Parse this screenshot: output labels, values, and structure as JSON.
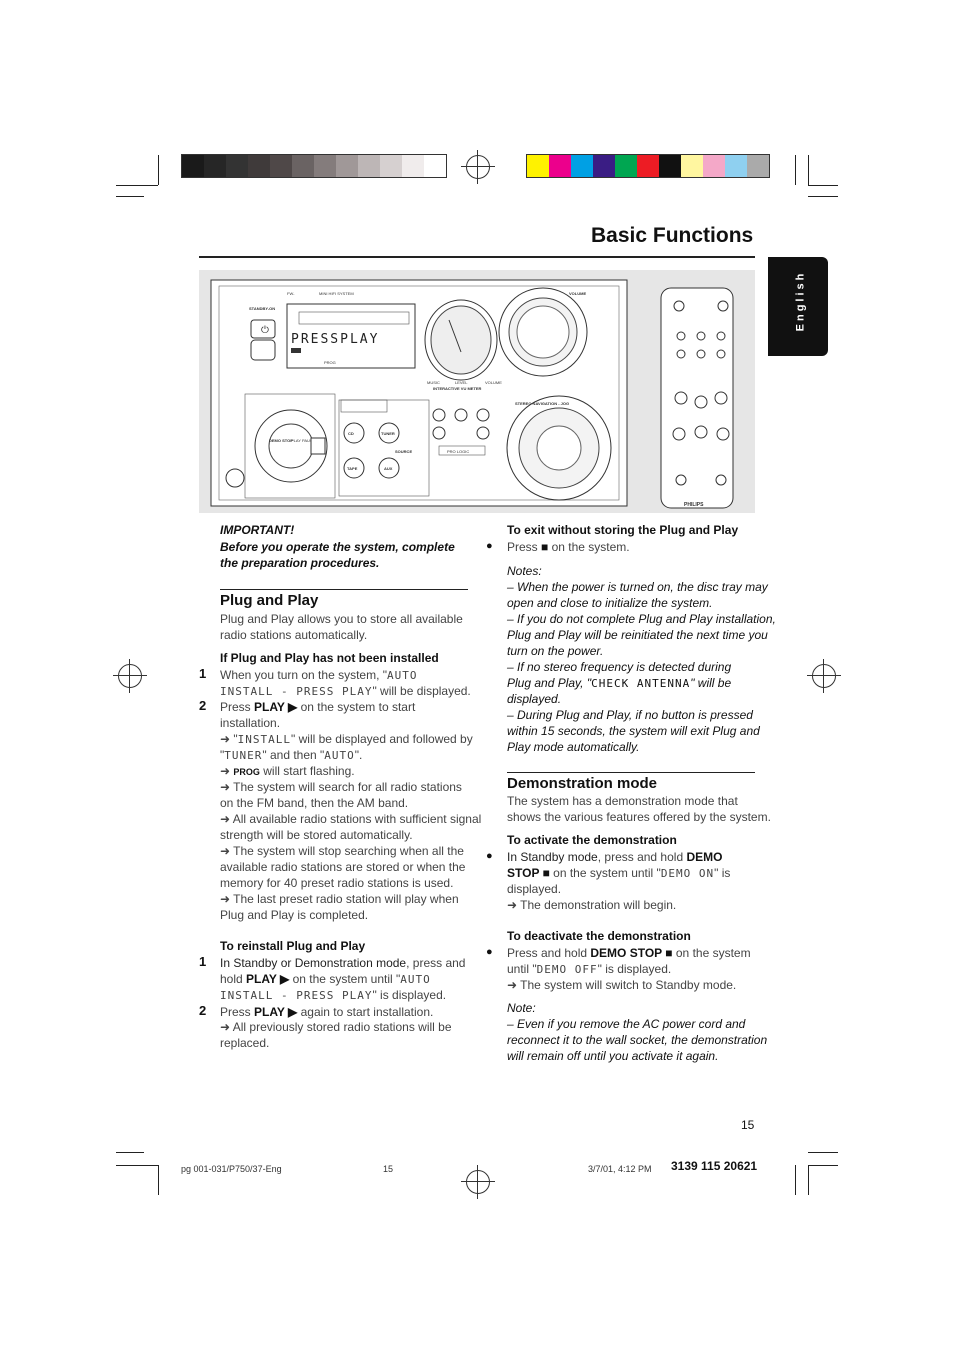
{
  "colors": {
    "gray_bar": [
      "#1a1a1a",
      "#262626",
      "#333333",
      "#3f3a3a",
      "#4f4848",
      "#6a6363",
      "#847c7c",
      "#a09898",
      "#bdb6b6",
      "#d6d0d0",
      "#f0ecec",
      "#ffffff"
    ],
    "color_bar": [
      "#fff200",
      "#ec008c",
      "#00a0e4",
      "#3a1d84",
      "#00a651",
      "#ed1c24",
      "#111111",
      "#fff6a0",
      "#f4a8c8",
      "#8fd0f0",
      "#aaaaaa"
    ]
  },
  "page": {
    "title": "Basic Functions",
    "language_tab": "English",
    "page_number": "15"
  },
  "figure": {
    "device_model": "FW-",
    "device_type": "MINI HIFI SYSTEM",
    "volume_label": "VOLUME",
    "standby_label": "STANDBY-ON",
    "display_text": "PRESSPLAY",
    "prog_label": "PROG",
    "vu_label": "INTERACTIVE VU METER",
    "music_label": "MUSIC",
    "level_label": "LEVEL",
    "vol2_label": "VOLUME",
    "nav_label": "STEREO NAVIGATION - JOG",
    "demo_stop_label": "DEMO STOP",
    "play_pause_label": "PLAY PAUSE",
    "cd_label": "CD",
    "tuner_label": "TUNER",
    "tape_label": "TAPE",
    "aux_label": "AUX",
    "source_label": "SOURCE",
    "prologic_label": "PRO LOGIC",
    "brand": "PHILIPS"
  },
  "left": {
    "important_title": "IMPORTANT!",
    "important_body_1": "Before you operate the system, complete",
    "important_body_2": "the preparation procedures.",
    "plug_title": "Plug and Play",
    "plug_intro_1": "Plug and Play allows you to store all available",
    "plug_intro_2": "radio stations automatically.",
    "not_installed_title": "If Plug and Play has not been installed",
    "step1_num": "1",
    "step1_a": "When you turn on the system, \"",
    "step1_lcd_a": "AUTO",
    "step1_lcd_b": "INSTALL - PRESS PLAY",
    "step1_b": "\" will be displayed.",
    "step2_num": "2",
    "step2_a": "Press ",
    "step2_bold": "PLAY ▶",
    "step2_b": " on the system to start",
    "step2_c": "installation.",
    "r1_a": "➜ \"",
    "r1_lcd": "INSTALL",
    "r1_b": "\" will be displayed and followed by",
    "r1_c": "\"",
    "r1_lcd2": "TUNER",
    "r1_d": "\" and then \"",
    "r1_lcd3": "AUTO",
    "r1_e": "\".",
    "r2_a": "➜ ",
    "r2_bold": "PROG",
    "r2_b": " will start flashing.",
    "r3_1": "➜ The system will search for all radio stations",
    "r3_2": "on the FM band, then the AM band.",
    "r4_1": "➜ All available radio stations with sufficient signal",
    "r4_2": "strength will be stored automatically.",
    "r5_1": "➜ The system will stop searching when all the",
    "r5_2": "available radio stations are stored or when the",
    "r5_3": "memory for 40 preset radio stations is used.",
    "r6_1": "➜ The last preset radio station will play when",
    "r6_2": "Plug and Play is completed.",
    "reinstall_title": "To reinstall Plug and Play",
    "re1_num": "1",
    "re1_a": "In Standby or Demonstration mode",
    "re1_b": ", press and",
    "re1_c": "hold ",
    "re1_bold": "PLAY ▶",
    "re1_d": " on the system until \"",
    "re1_lcd_a": "AUTO",
    "re1_lcd_b": "INSTALL - PRESS PLAY",
    "re1_e": "\" is displayed.",
    "re2_num": "2",
    "re2_a": "Press ",
    "re2_bold": "PLAY ▶",
    "re2_b": " again to start installation.",
    "re2_c": "➜ All previously stored radio stations will be",
    "re2_d": "replaced."
  },
  "right": {
    "exit_title": "To exit without storing the Plug and Play",
    "exit_a": "Press ",
    "exit_sym": "■",
    "exit_b": " on the system.",
    "notes_title": "Notes:",
    "n1_1": "–  When the power is turned on, the disc tray may",
    "n1_2": "open and close to initialize the system.",
    "n2_1": "–  If you do not complete Plug and Play installation,",
    "n2_2": "Plug and Play will be reinitiated the next time you",
    "n2_3": "turn on the power.",
    "n3_1": "–  If no stereo frequency is detected during",
    "n3_2a": "Plug and Play, \"",
    "n3_lcd": "CHECK ANTENNA",
    "n3_2b": "\" will be",
    "n3_3": "displayed.",
    "n4_1": "–  During Plug and Play, if no button is pressed",
    "n4_2": "within 15 seconds, the system will exit Plug and",
    "n4_3": "Play mode automatically.",
    "demo_title": "Demonstration mode",
    "demo_intro_1": "The system has a demonstration mode that",
    "demo_intro_2": "shows the various features offered by the system.",
    "act_title": "To activate the demonstration",
    "act_a": "In Standby mode",
    "act_b": ", press and hold ",
    "act_bold1": "DEMO",
    "act_bold2": "STOP ■",
    "act_c": " on the system until \"",
    "act_lcd": "DEMO ON",
    "act_d": "\" is",
    "act_e": "displayed.",
    "act_r": "➜ The demonstration will begin.",
    "deact_title": "To deactivate the demonstration",
    "deact_a": "Press and hold ",
    "deact_bold": "DEMO STOP  ■",
    "deact_b": " on the system",
    "deact_c": "until \"",
    "deact_lcd": "DEMO OFF",
    "deact_d": "\" is displayed.",
    "deact_r": "➜ The system will switch to Standby mode.",
    "note_title": "Note:",
    "note_1": "–  Even if you remove the AC power cord and",
    "note_2": "reconnect it to the wall socket, the demonstration",
    "note_3": "will remain off until you activate it again."
  },
  "footer": {
    "file": "pg 001-031/P750/37-Eng",
    "page": "15",
    "date": "3/7/01, 4:12 PM",
    "code": "3139 115 20621"
  }
}
